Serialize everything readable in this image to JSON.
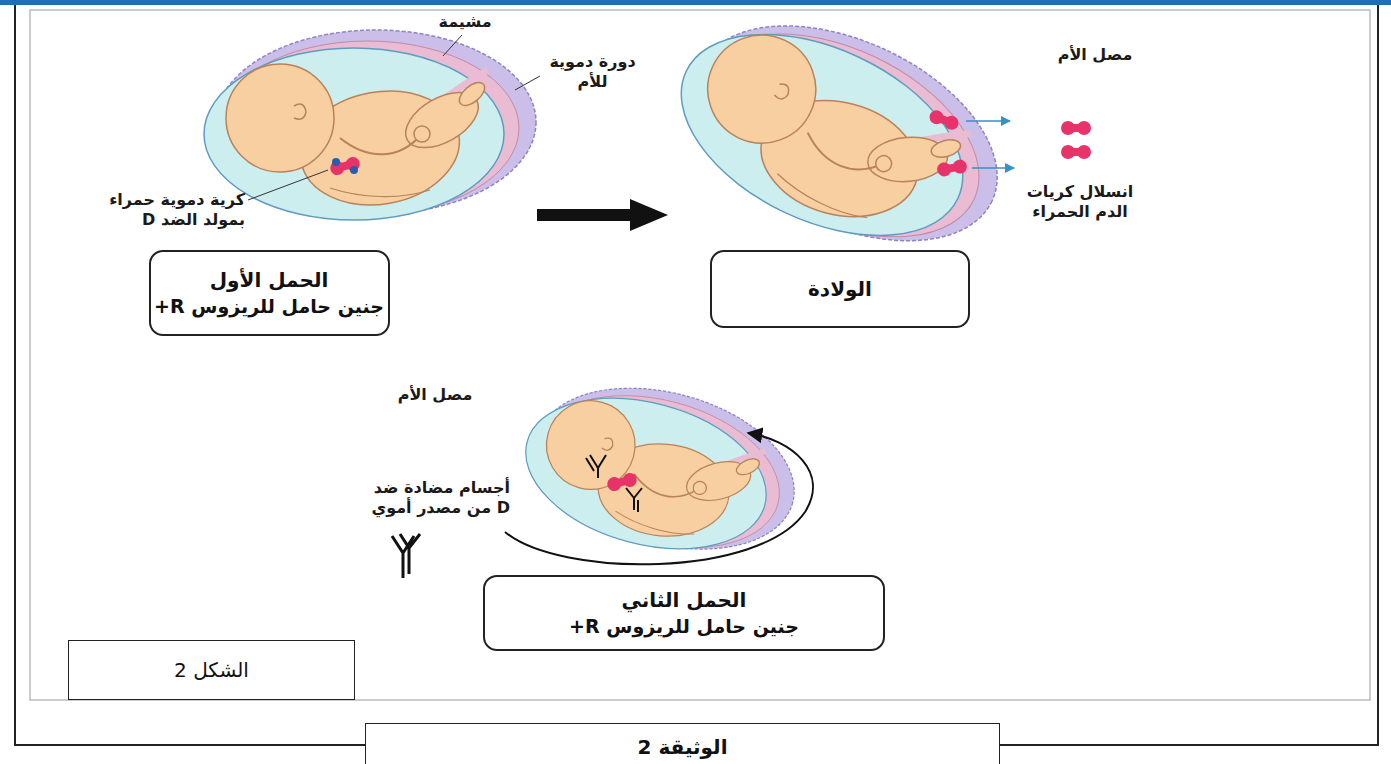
{
  "diagram": {
    "nodes": [
      {
        "text": [
          "الحمل الأول",
          "جنين حامل للريزوس R+"
        ]
      },
      {
        "text": [
          "الولادة"
        ]
      },
      {
        "text": [
          "الحمل الثاني",
          "جنين حامل للريزوس R+"
        ]
      },
      {
        "text": [
          "الشكل 2"
        ]
      },
      {
        "text": [
          "الوثيقة 2"
        ]
      }
    ],
    "labels": [
      "مشيمة",
      "دورة دموية للأم",
      "كرية دموية حمراء بمولد الضد D",
      "مصل الأم",
      "انسلال كريات الدم الحمراء",
      "مصل الأم",
      "أجسام مضادة ضد D من مصدر أموي"
    ]
  }
}
